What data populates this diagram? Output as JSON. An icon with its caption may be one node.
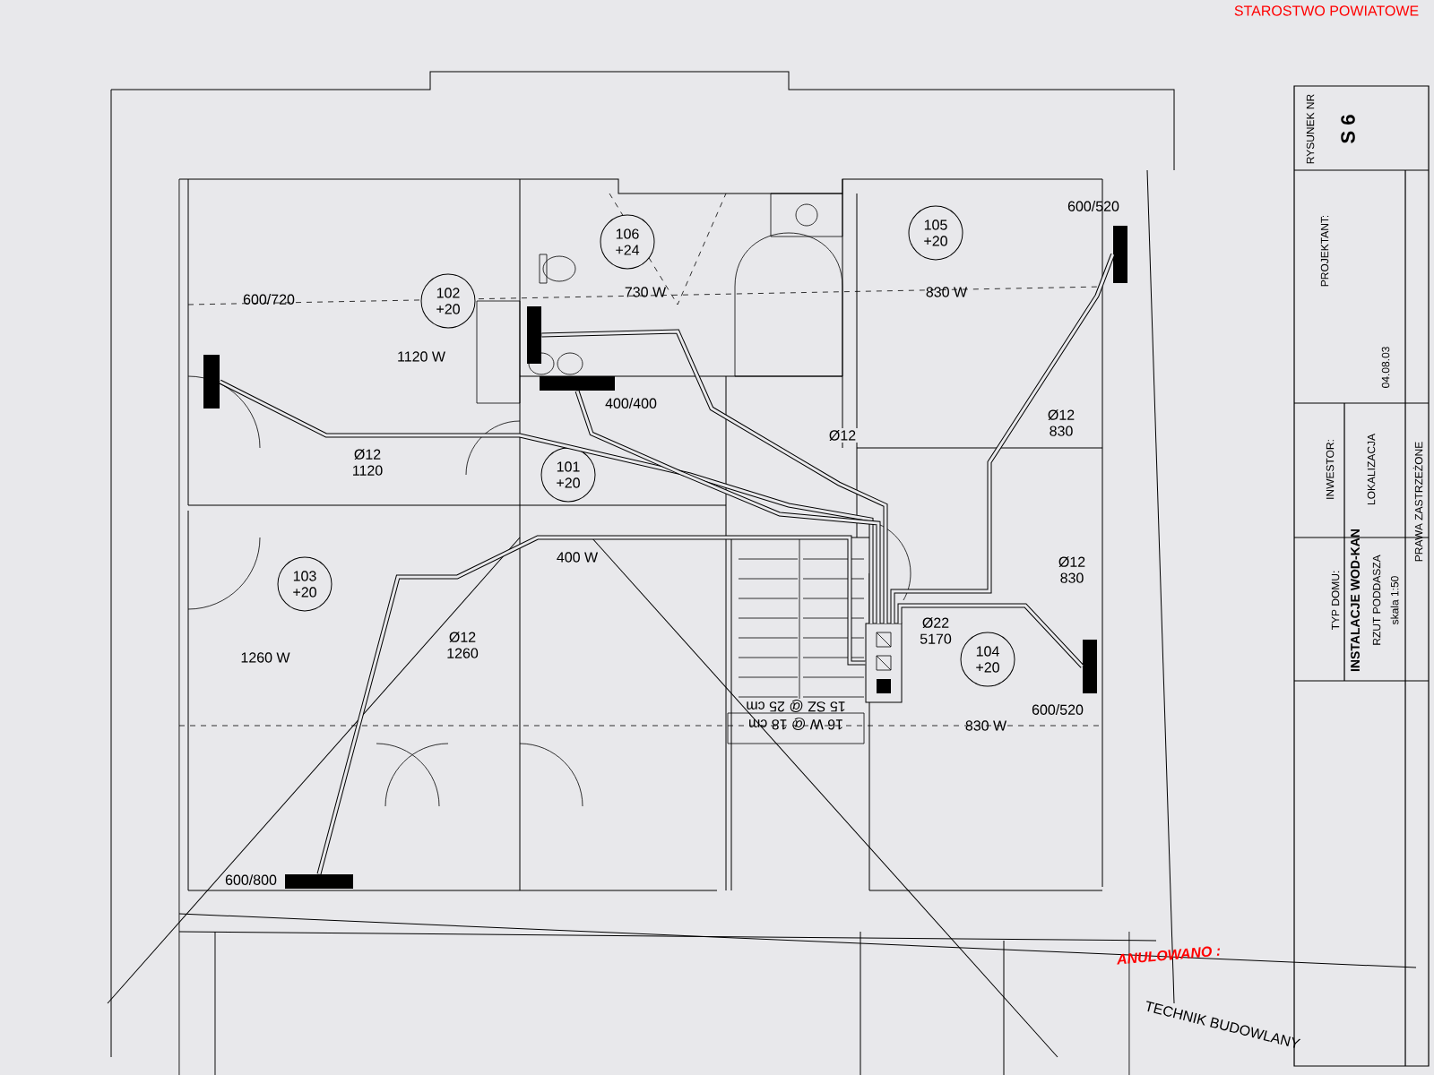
{
  "diagram": {
    "nodes": [
      {
        "text": [
          "106 +24"
        ]
      },
      {
        "text": [
          "105 +20"
        ]
      },
      {
        "text": [
          "102 +20"
        ]
      },
      {
        "text": [
          "101 +20"
        ]
      },
      {
        "text": [
          "103 +20"
        ]
      },
      {
        "text": [
          "104 +20"
        ]
      },
      {
        "text": [],
        "shape": "bar",
        "beside": [
          "600/720"
        ]
      },
      {
        "text": [],
        "shape": "bar"
      },
      {
        "text": [],
        "shape": "bar",
        "beside": [
          "400/400"
        ]
      },
      {
        "text": [],
        "shape": "bar",
        "beside": [
          "600/520"
        ]
      },
      {
        "text": [],
        "shape": "bar",
        "beside": [
          "600/520"
        ]
      },
      {
        "text": [],
        "shape": "bar",
        "beside": [
          "600/800"
        ]
      },
      {
        "text": [],
        "shape": "box"
      }
    ],
    "edges": [
      {
        "from": 12,
        "to": 6,
        "arrow": "none",
        "label": "Ø12 1120"
      },
      {
        "from": 12,
        "to": 7,
        "arrow": "none",
        "label": "Ø12"
      },
      {
        "from": 12,
        "to": 8,
        "arrow": "none"
      },
      {
        "from": 12,
        "to": 9,
        "arrow": "none",
        "label": "Ø12 830"
      },
      {
        "from": 12,
        "to": 10,
        "arrow": "none",
        "label": "Ø12 830"
      },
      {
        "from": 12,
        "to": 11,
        "arrow": "none",
        "label": "Ø12 1260"
      }
    ],
    "labels": [
      "STAROSTWO POWIATOWE",
      "RYSUNEK NR",
      "S 6",
      "PROJEKTANT:",
      "04.08.03",
      "INWESTOR:",
      "LOKALIZACJA",
      "TYP DOMU:",
      "INSTALACJE WOD-KAN",
      "RZUT PODDASZA",
      "skala 1:50",
      "PRAWA ZASTRZEŻONE",
      "1120 W",
      "730 W",
      "830 W",
      "400 W",
      "1260 W",
      "Ø22 5170",
      "16 W @ 18 cm",
      "15 SZ @ 25 cm",
      "830 W",
      "ANULOWANO :",
      "TECHNIK BUDOWLANY"
    ]
  }
}
